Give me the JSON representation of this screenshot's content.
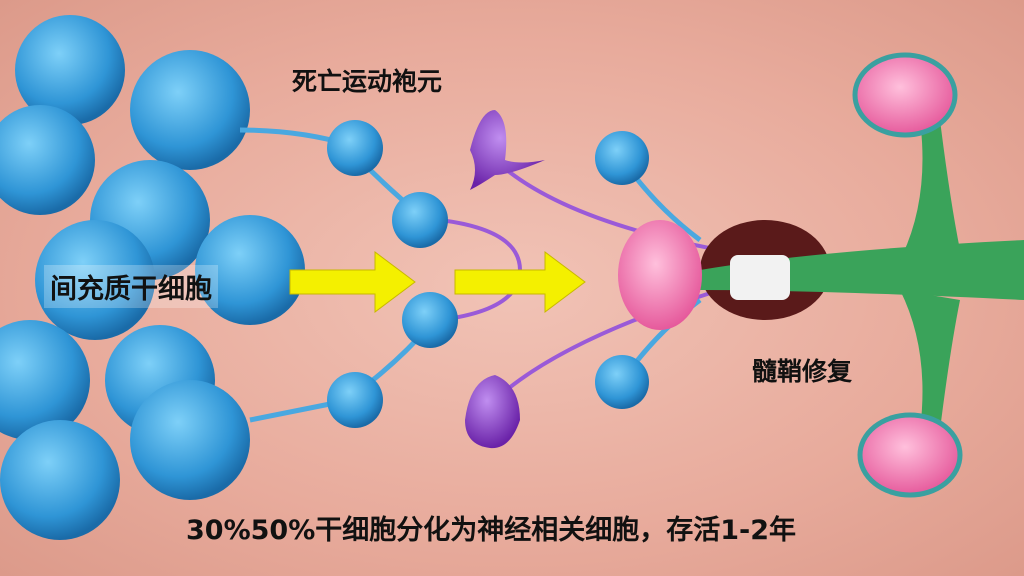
{
  "labels": {
    "dead_motor_neuron": "死亡运动袍元",
    "msc": "间充质干细胞",
    "myelin_repair": "髓鞘修复",
    "caption": "30%50%干细胞分化为神经相关细胞，存活1-2年"
  },
  "colors": {
    "stem_cell": "#3aa3e0",
    "neuron": "#8a3fc8",
    "arrow": "#f4f000",
    "axon": "#3aa35a",
    "myelin_cluster": "#f07ab0"
  }
}
